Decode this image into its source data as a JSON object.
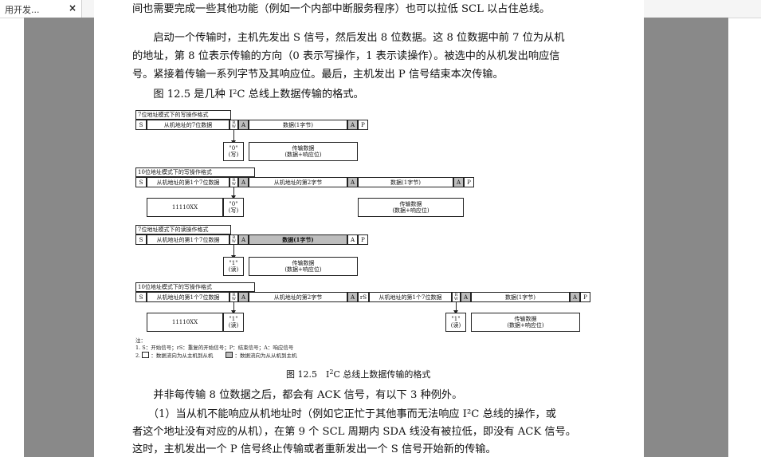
{
  "tab": {
    "label": "用开发...",
    "close": "×"
  },
  "text": {
    "p0": "间也需要完成一些其他功能（例如一个内部中断服务程序）也可以拉低 SCL 以占住总线。",
    "p1": "　　启动一个传输时，主机先发出 S 信号，然后发出 8 位数据。这 8 位数据中前 7 位为从机",
    "p2": "的地址，第 8 位表示传输的方向（0 表示写操作，1 表示读操作）。被选中的从机发出响应信",
    "p3": "号。紧接着传输一系列字节及其响应位。最后，主机发出 P 信号结束本次传输。",
    "p4a": "　　图 12.5 是几种 I",
    "p4sup": "2",
    "p4b": "C 总线上数据传输的格式。",
    "p5": "　　并非每传输 8 位数据之后，都会有 ACK 信号，有以下 3 种例外。",
    "p6": "　　（1）当从机不能响应从机地址时（例如它正忙于其他事而无法响应 I²C 总线的操作，或",
    "p7": "者这个地址没有对应的从机），在第 9 个 SCL 周期内 SDA 线没有被拉低，即没有 ACK 信号。",
    "p8": "这时，主机发出一个 P 信号终止传输或者重新发出一个 S 信号开始新的传输。"
  },
  "figure": {
    "caption_a": "图 12.5　I",
    "caption_sup": "2",
    "caption_b": "C 总线上数据传输的格式",
    "s": "S",
    "a": "A",
    "p": "P",
    "rs": "rS",
    "rw_r": "R",
    "rw_w": "W",
    "d1": {
      "title": "7位地址模式下的写操作格式",
      "addr": "从机地址的7位数据",
      "data": "数据(1字节)",
      "bit_val": "\"0\"",
      "bit_desc": "(写)",
      "transfer": "传输数据",
      "transfer_sub": "(数据+响应位)"
    },
    "d2": {
      "title": "10位地址模式下的写操作格式",
      "addr1": "从机地址的第1个7位数据",
      "addr2": "从机地址的第2字节",
      "data": "数据(1字节)",
      "prefix": "11110XX",
      "bit_val": "\"0\"",
      "bit_desc": "(写)",
      "transfer": "传输数据",
      "transfer_sub": "(数据+响应位)"
    },
    "d3": {
      "title": "7位地址模式下的读操作格式",
      "addr": "从机地址的第1个7位数据",
      "data": "数据(1字节)",
      "bit_val": "\"1\"",
      "bit_desc": "(读)",
      "transfer": "传输数据",
      "transfer_sub": "(数据+响应位)"
    },
    "d4": {
      "title": "10位地址模式下的写操作格式",
      "addr1": "从机地址的第1个7位数据",
      "addr2": "从机地址的第2字节",
      "addr3": "从机地址的第1个7位数据",
      "data": "数据(1字节)",
      "prefix": "11110XX",
      "bit_val": "\"1\"",
      "bit_desc": "(读)",
      "bit_val2": "\"1\"",
      "bit_desc2": "(读)",
      "transfer": "传输数据",
      "transfer_sub": "(数据+响应位)"
    },
    "notes": {
      "head": "注：",
      "n1": "1. S：开始信号；rS：重复的开始信号；P：结束信号；A：响应信号",
      "n2a": "2.",
      "n2b": "：数据流向为从主机到从机",
      "n2c": "：数据流向为从从机到主机"
    }
  }
}
